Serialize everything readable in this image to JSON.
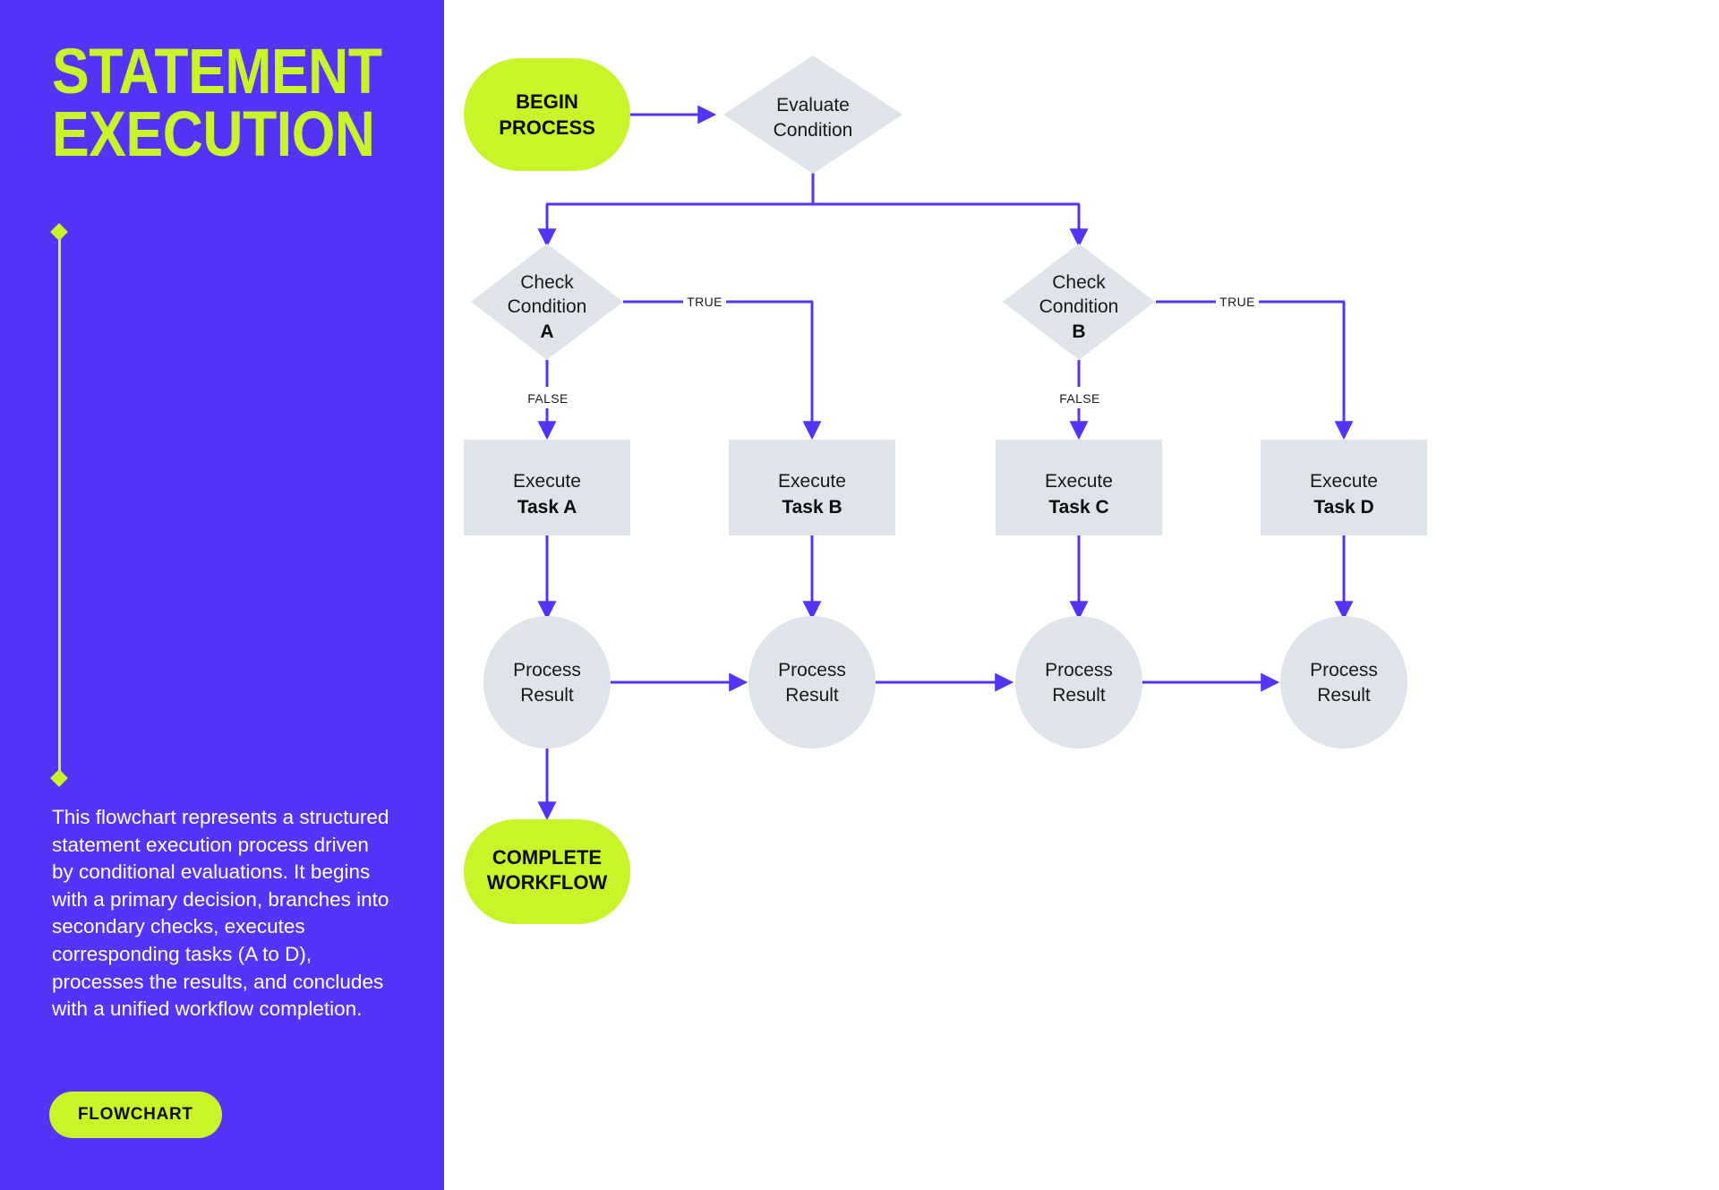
{
  "sidebar": {
    "title": "STATEMENT\nEXECUTION",
    "description": "This flowchart represents a structured statement execution process driven by conditional evaluations. It begins with a primary decision, branches into secondary checks, executes corresponding tasks (A to D), processes the results, and concludes with a unified workflow completion.",
    "badge": "FLOWCHART",
    "colors": {
      "background": "#5533f7",
      "accent": "#c8f52a",
      "text": "#ffffff"
    }
  },
  "flowchart": {
    "colors": {
      "terminal_fill": "#c8f52a",
      "shape_fill": "#dfe3ea",
      "connector": "#5533f7",
      "label_text": "#1a1a1a"
    },
    "nodes": {
      "start": {
        "label_line1": "BEGIN",
        "label_line2": "PROCESS",
        "shape": "terminal"
      },
      "evaluate": {
        "label_line1": "Evaluate",
        "label_line2": "Condition",
        "shape": "decision"
      },
      "check_a": {
        "label_line1": "Check",
        "label_line2": "Condition",
        "label_line3": "A",
        "shape": "decision"
      },
      "check_b": {
        "label_line1": "Check",
        "label_line2": "Condition",
        "label_line3": "B",
        "shape": "decision"
      },
      "task_a": {
        "label_line1": "Execute",
        "label_line2": "Task A",
        "shape": "process"
      },
      "task_b": {
        "label_line1": "Execute",
        "label_line2": "Task B",
        "shape": "process"
      },
      "task_c": {
        "label_line1": "Execute",
        "label_line2": "Task C",
        "shape": "process"
      },
      "task_d": {
        "label_line1": "Execute",
        "label_line2": "Task D",
        "shape": "process"
      },
      "result_a": {
        "label_line1": "Process",
        "label_line2": "Result",
        "shape": "circle"
      },
      "result_b": {
        "label_line1": "Process",
        "label_line2": "Result",
        "shape": "circle"
      },
      "result_c": {
        "label_line1": "Process",
        "label_line2": "Result",
        "shape": "circle"
      },
      "result_d": {
        "label_line1": "Process",
        "label_line2": "Result",
        "shape": "circle"
      },
      "end": {
        "label_line1": "COMPLETE",
        "label_line2": "WORKFLOW",
        "shape": "terminal"
      }
    },
    "edge_labels": {
      "a_true": "TRUE",
      "a_false": "FALSE",
      "b_true": "TRUE",
      "b_false": "FALSE"
    }
  }
}
